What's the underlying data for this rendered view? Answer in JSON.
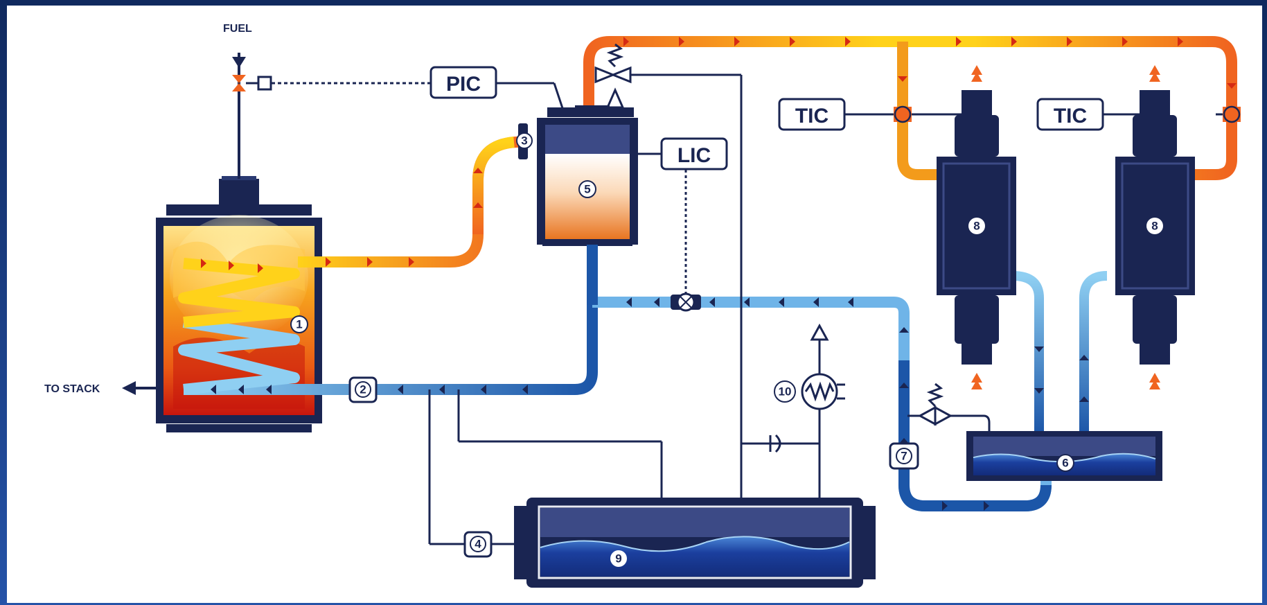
{
  "labels": {
    "fuel": "FUEL",
    "to_stack": "TO STACK"
  },
  "instruments": {
    "pic": "PIC",
    "lic": "LIC",
    "tic_left": "TIC",
    "tic_right": "TIC"
  },
  "markers": {
    "m1": "1",
    "m2": "2",
    "m3": "3",
    "m4": "4",
    "m5": "5",
    "m6": "6",
    "m7": "7",
    "m8a": "8",
    "m8b": "8",
    "m9": "9",
    "m10": "10"
  },
  "colors": {
    "navy": "#1a2552",
    "dark_blue": "#1c56a8",
    "light_blue": "#8fcff2",
    "hot_orange": "#f06420",
    "hot_yellow": "#ffd21a",
    "flame_red": "#d52a12"
  }
}
